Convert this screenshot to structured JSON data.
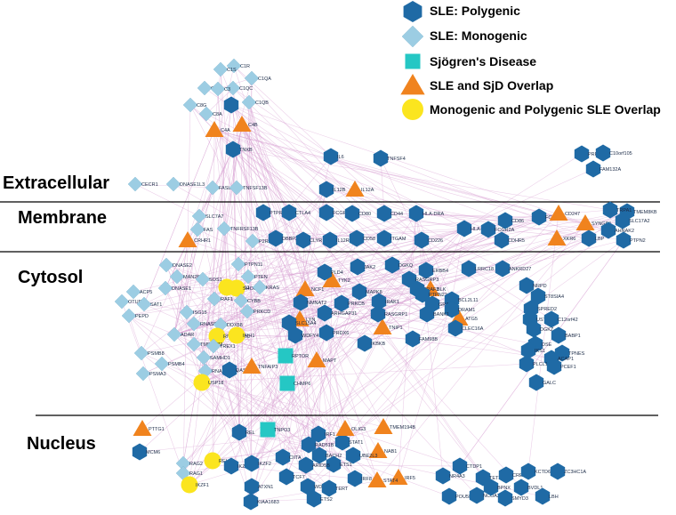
{
  "colors": {
    "polygenic": "#1f6aa5",
    "monogenic": "#9ccde3",
    "sjogren": "#25c7c4",
    "overlap_sjd": "#f0831e",
    "overlap_mono_poly": "#fbe51f",
    "edge": "#d9a3d4",
    "divider": "#000000"
  },
  "legend": [
    {
      "shape": "hexagon",
      "color_key": "polygenic",
      "label": "SLE: Polygenic"
    },
    {
      "shape": "diamond",
      "color_key": "monogenic",
      "label": "SLE: Monogenic"
    },
    {
      "shape": "square",
      "color_key": "sjogren",
      "label": "Sjögren's Disease"
    },
    {
      "shape": "triangle",
      "color_key": "overlap_sjd",
      "label": "SLE and SjD Overlap"
    },
    {
      "shape": "circle",
      "color_key": "overlap_mono_poly",
      "label": "Monogenic and Polygenic SLE Overlap"
    }
  ],
  "compartments": [
    {
      "id": "extracellular",
      "label": "Extracellular"
    },
    {
      "id": "membrane",
      "label": "Membrane"
    },
    {
      "id": "cytosol",
      "label": "Cytosol"
    },
    {
      "id": "nucleus",
      "label": "Nucleus"
    }
  ],
  "nodes": [
    {
      "label": "C1R",
      "type": "diamond"
    },
    {
      "label": "C1S",
      "type": "diamond"
    },
    {
      "label": "C1QA",
      "type": "diamond"
    },
    {
      "label": "C2",
      "type": "diamond"
    },
    {
      "label": "C1QC",
      "type": "diamond"
    },
    {
      "label": "C8G",
      "type": "diamond"
    },
    {
      "label": "C3",
      "type": "diamond"
    },
    {
      "label": "C1QB",
      "type": "diamond"
    },
    {
      "label": "C8A",
      "type": "diamond"
    },
    {
      "label": "",
      "type": "hexagon"
    },
    {
      "label": "C4A",
      "type": "triangle"
    },
    {
      "label": "C4B",
      "type": "triangle"
    },
    {
      "label": "TNXB",
      "type": "hexagon"
    },
    {
      "label": "IL6",
      "type": "hexagon"
    },
    {
      "label": "TNFSF4",
      "type": "hexagon"
    },
    {
      "label": "CECR1",
      "type": "diamond"
    },
    {
      "label": "DNASE1L3",
      "type": "diamond"
    },
    {
      "label": "FASLG",
      "type": "diamond"
    },
    {
      "label": "TNFSF13B",
      "type": "diamond"
    },
    {
      "label": "IL12B",
      "type": "hexagon"
    },
    {
      "label": "IL12A",
      "type": "triangle"
    },
    {
      "label": "PRR5",
      "type": "hexagon"
    },
    {
      "label": "C10orf105",
      "type": "hexagon"
    },
    {
      "label": "FAM132A",
      "type": "hexagon"
    },
    {
      "label": "SLC7A7",
      "type": "diamond"
    },
    {
      "label": "FAS",
      "type": "diamond"
    },
    {
      "label": "CRHR1",
      "type": "triangle"
    },
    {
      "label": "TNFRSF13B",
      "type": "diamond"
    },
    {
      "label": "P2RY6",
      "type": "diamond"
    },
    {
      "label": "PTPRC",
      "type": "hexagon"
    },
    {
      "label": "CTLA4",
      "type": "hexagon"
    },
    {
      "label": "FCGR3",
      "type": "hexagon"
    },
    {
      "label": "CD80",
      "type": "hexagon"
    },
    {
      "label": "CD44",
      "type": "hexagon"
    },
    {
      "label": "HLA-DRA",
      "type": "hexagon"
    },
    {
      "label": "FCRL3",
      "type": "hexagon"
    },
    {
      "label": "CD247",
      "type": "triangle"
    },
    {
      "label": "SYNGR1",
      "type": "triangle"
    },
    {
      "label": "TMEM8KB",
      "type": "hexagon"
    },
    {
      "label": "TRPA1",
      "type": "hexagon"
    },
    {
      "label": "SLC17A2",
      "type": "hexagon"
    },
    {
      "label": "XKR6",
      "type": "triangle"
    },
    {
      "label": "AHNAK2",
      "type": "hexagon"
    },
    {
      "label": "LBP",
      "type": "hexagon"
    },
    {
      "label": "PTPN2",
      "type": "hexagon"
    },
    {
      "label": "DBBP2",
      "type": "hexagon"
    },
    {
      "label": "CLYR",
      "type": "hexagon"
    },
    {
      "label": "IL12RB2",
      "type": "hexagon"
    },
    {
      "label": "CD58",
      "type": "hexagon"
    },
    {
      "label": "ITGAM",
      "type": "hexagon"
    },
    {
      "label": "CD226",
      "type": "hexagon"
    },
    {
      "label": "HLA-DQA1",
      "type": "hexagon"
    },
    {
      "label": "FCGR2A",
      "type": "hexagon"
    },
    {
      "label": "CD86",
      "type": "hexagon"
    },
    {
      "label": "CDHR5",
      "type": "hexagon"
    },
    {
      "label": "DNASE2",
      "type": "diamond"
    },
    {
      "label": "MAN2B1",
      "type": "diamond"
    },
    {
      "label": "SOS1",
      "type": "diamond"
    },
    {
      "label": "PTPN11",
      "type": "diamond"
    },
    {
      "label": "DNASE1",
      "type": "diamond"
    },
    {
      "label": "SOCS1",
      "type": "circle"
    },
    {
      "label": "SHOC2",
      "type": "circle"
    },
    {
      "label": "ACP5",
      "type": "diamond"
    },
    {
      "label": "KRAS",
      "type": "diamond"
    },
    {
      "label": "PTEN",
      "type": "diamond"
    },
    {
      "label": "RAF1",
      "type": "diamond"
    },
    {
      "label": "OTUD1",
      "type": "diamond"
    },
    {
      "label": "SAT1",
      "type": "diamond"
    },
    {
      "label": "CYBB",
      "type": "diamond"
    },
    {
      "label": "PEPD",
      "type": "diamond"
    },
    {
      "label": "PRKCD",
      "type": "diamond"
    },
    {
      "label": "ISG15",
      "type": "diamond"
    },
    {
      "label": "RNASEH2B",
      "type": "diamond"
    },
    {
      "label": "DDX58",
      "type": "diamond"
    },
    {
      "label": "ADAR",
      "type": "diamond"
    },
    {
      "label": "RNASEH2C",
      "type": "circle"
    },
    {
      "label": "IFIH1",
      "type": "circle"
    },
    {
      "label": "TMEM173",
      "type": "diamond"
    },
    {
      "label": "TREX1",
      "type": "diamond"
    },
    {
      "label": "PSMB8",
      "type": "diamond"
    },
    {
      "label": "SAMHD1",
      "type": "diamond"
    },
    {
      "label": "PSMB4",
      "type": "diamond"
    },
    {
      "label": "RNASEH2A",
      "type": "diamond"
    },
    {
      "label": "PSMA3",
      "type": "diamond"
    },
    {
      "label": "USP18",
      "type": "circle"
    },
    {
      "label": "OAS1",
      "type": "hexagon"
    },
    {
      "label": "TNFAIP3",
      "type": "triangle"
    },
    {
      "label": "RPTOR",
      "type": "square"
    },
    {
      "label": "CHMP6",
      "type": "square"
    },
    {
      "label": "MAPT",
      "type": "triangle"
    },
    {
      "label": "TNIP1",
      "type": "triangle"
    },
    {
      "label": "ATG5",
      "type": "triangle"
    },
    {
      "label": "BLK",
      "type": "triangle"
    },
    {
      "label": "NCF1",
      "type": "triangle"
    },
    {
      "label": "TYK2",
      "type": "triangle"
    },
    {
      "label": "LYN",
      "type": "triangle"
    },
    {
      "label": "PLD4",
      "type": "hexagon"
    },
    {
      "label": "JAK2",
      "type": "hexagon"
    },
    {
      "label": "DGKQ",
      "type": "hexagon"
    },
    {
      "label": "ERBB4",
      "type": "hexagon"
    },
    {
      "label": "LRRC18",
      "type": "hexagon"
    },
    {
      "label": "ANKRD27",
      "type": "hexagon"
    },
    {
      "label": "RASGRP3",
      "type": "hexagon"
    },
    {
      "label": "TRAF3",
      "type": "hexagon"
    },
    {
      "label": "MAPK8",
      "type": "hexagon"
    },
    {
      "label": "IRAK1",
      "type": "hexagon"
    },
    {
      "label": "PTPN22",
      "type": "hexagon"
    },
    {
      "label": "BCL2L11",
      "type": "hexagon"
    },
    {
      "label": "NMNAT2",
      "type": "hexagon"
    },
    {
      "label": "PRKCB",
      "type": "hexagon"
    },
    {
      "label": "GRAP2",
      "type": "hexagon"
    },
    {
      "label": "DRAM1",
      "type": "hexagon"
    },
    {
      "label": "SLC15A4",
      "type": "hexagon"
    },
    {
      "label": "ARHGAP31",
      "type": "hexagon"
    },
    {
      "label": "RASGRP1",
      "type": "hexagon"
    },
    {
      "label": "BANK1",
      "type": "hexagon"
    },
    {
      "label": "CLEC16A",
      "type": "hexagon"
    },
    {
      "label": "WDFY4",
      "type": "hexagon"
    },
    {
      "label": "PRDX6",
      "type": "hexagon"
    },
    {
      "label": "FAM98B",
      "type": "hexagon"
    },
    {
      "label": "IKBKB",
      "type": "hexagon"
    },
    {
      "label": "NRPD",
      "type": "hexagon"
    },
    {
      "label": "ST8SIA4",
      "type": "hexagon"
    },
    {
      "label": "SPRED2",
      "type": "hexagon"
    },
    {
      "label": "UST1",
      "type": "hexagon"
    },
    {
      "label": "C12orf42",
      "type": "hexagon"
    },
    {
      "label": "DGKZ",
      "type": "hexagon"
    },
    {
      "label": "BABP1",
      "type": "hexagon"
    },
    {
      "label": "DSE",
      "type": "hexagon"
    },
    {
      "label": "TPNES",
      "type": "hexagon"
    },
    {
      "label": "IKS1",
      "type": "hexagon"
    },
    {
      "label": "ACAP1",
      "type": "hexagon"
    },
    {
      "label": "PLCL1",
      "type": "hexagon"
    },
    {
      "label": "PCEF1",
      "type": "hexagon"
    },
    {
      "label": "GALC",
      "type": "hexagon"
    },
    {
      "label": "PTTG1",
      "type": "triangle"
    },
    {
      "label": "MCM6",
      "type": "hexagon"
    },
    {
      "label": "RAG2",
      "type": "diamond"
    },
    {
      "label": "RAG1",
      "type": "diamond"
    },
    {
      "label": "RELA",
      "type": "circle"
    },
    {
      "label": "IKZF1",
      "type": "circle"
    },
    {
      "label": "REL",
      "type": "hexagon"
    },
    {
      "label": "TNPO3",
      "type": "square"
    },
    {
      "label": "IRF1",
      "type": "hexagon"
    },
    {
      "label": "RAD51B",
      "type": "hexagon"
    },
    {
      "label": "CIITA",
      "type": "hexagon"
    },
    {
      "label": "STAT1",
      "type": "hexagon"
    },
    {
      "label": "OLIG3",
      "type": "triangle"
    },
    {
      "label": "TMEM194B",
      "type": "triangle"
    },
    {
      "label": "BACH2",
      "type": "hexagon"
    },
    {
      "label": "IKZF3",
      "type": "hexagon"
    },
    {
      "label": "IKZF2",
      "type": "hexagon"
    },
    {
      "label": "ETS1",
      "type": "hexagon"
    },
    {
      "label": "ARID5B",
      "type": "hexagon"
    },
    {
      "label": "IRF5",
      "type": "triangle"
    },
    {
      "label": "IRF8",
      "type": "hexagon"
    },
    {
      "label": "NAB1",
      "type": "triangle"
    },
    {
      "label": "STAT4",
      "type": "triangle"
    },
    {
      "label": "ATXN1",
      "type": "hexagon"
    },
    {
      "label": "TCF7",
      "type": "hexagon"
    },
    {
      "label": "WDR5",
      "type": "hexagon"
    },
    {
      "label": "TERT",
      "type": "hexagon"
    },
    {
      "label": "KIAA1683",
      "type": "hexagon"
    },
    {
      "label": "ETS2",
      "type": "hexagon"
    },
    {
      "label": "UBE2L3",
      "type": "hexagon"
    },
    {
      "label": "CTDP1",
      "type": "hexagon"
    },
    {
      "label": "NR4A3",
      "type": "hexagon"
    },
    {
      "label": "TET3",
      "type": "hexagon"
    },
    {
      "label": "CREBL2",
      "type": "hexagon"
    },
    {
      "label": "KCTD6",
      "type": "hexagon"
    },
    {
      "label": "ZC3HC1A",
      "type": "hexagon"
    },
    {
      "label": "POU5F1B",
      "type": "hexagon"
    },
    {
      "label": "NCOA2",
      "type": "hexagon"
    },
    {
      "label": "BPNX",
      "type": "hexagon"
    },
    {
      "label": "SMYD3",
      "type": "hexagon"
    },
    {
      "label": "BVDL1",
      "type": "hexagon"
    },
    {
      "label": "LBH",
      "type": "hexagon"
    }
  ]
}
